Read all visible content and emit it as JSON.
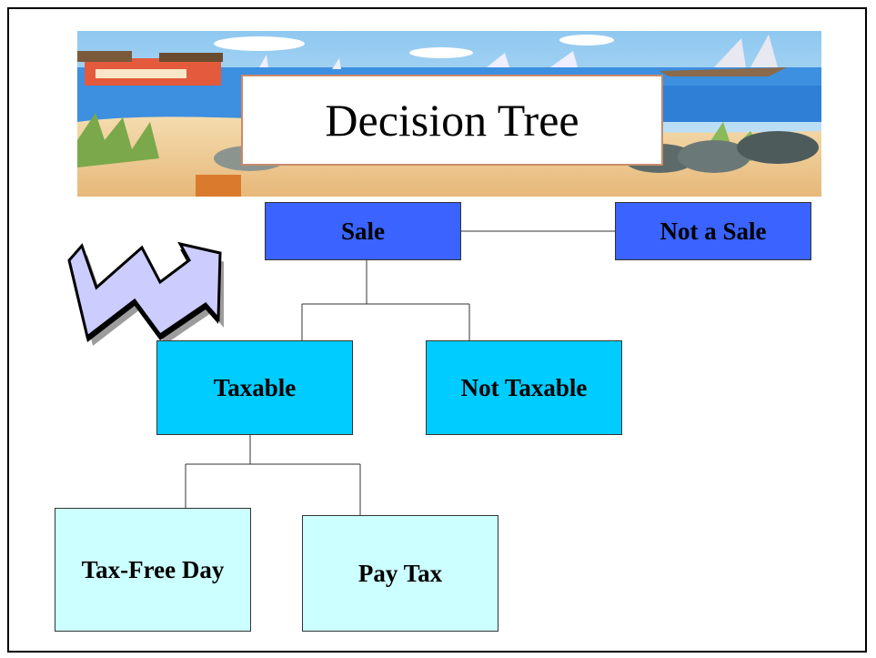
{
  "slide": {
    "title": "Decision Tree"
  },
  "tree": {
    "sale": "Sale",
    "not_sale": "Not a Sale",
    "taxable": "Taxable",
    "not_taxable": "Not Taxable",
    "tax_free_day": "Tax-Free Day",
    "pay_tax": "Pay Tax"
  },
  "colors": {
    "level0": "#3a63ff",
    "level1": "#00ccff",
    "level2": "#ccffff",
    "arrow": "#ccccff"
  },
  "icons": {
    "banner": "beach-scene-clipart",
    "arrow": "zigzag-arrow-icon"
  }
}
